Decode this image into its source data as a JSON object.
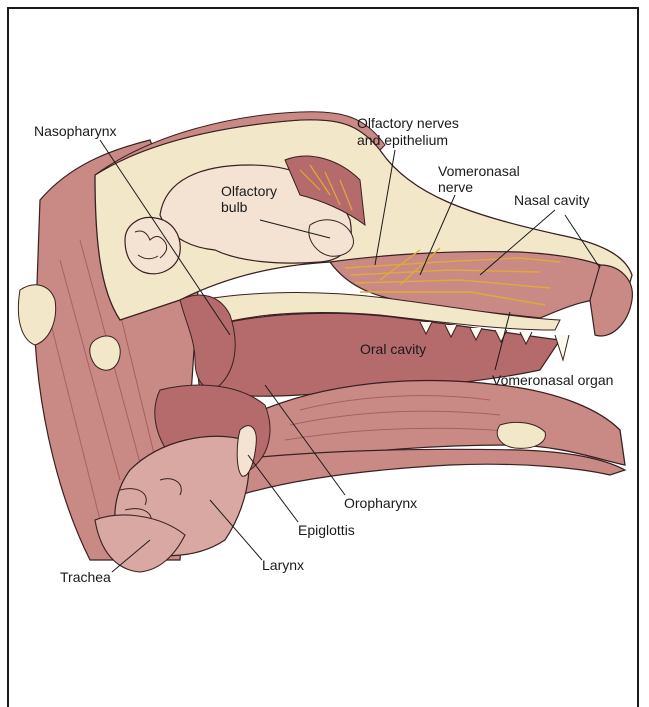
{
  "labels": {
    "nasopharynx": "Nasopharynx",
    "olfactory_nerves_l1": "Olfactory nerves",
    "olfactory_nerves_l2": "and epithelium",
    "olfactory_bulb_l1": "Olfactory",
    "olfactory_bulb_l2": "bulb",
    "vomeronasal_nerve_l1": "Vomeronasal",
    "vomeronasal_nerve_l2": "nerve",
    "nasal_cavity": "Nasal cavity",
    "oral_cavity": "Oral cavity",
    "vomeronasal_organ": "Vomeronasal organ",
    "oropharynx": "Oropharynx",
    "epiglottis": "Epiglottis",
    "larynx": "Larynx",
    "trachea": "Trachea"
  },
  "colors": {
    "muscle": "#c98a86",
    "muscle_dark": "#a85f5d",
    "cavity": "#b56b6c",
    "bone": "#f2e7c9",
    "brain": "#f4e3d3",
    "nerve": "#e0a93a",
    "outline": "#3a2020",
    "frame": "#1a1a1a"
  }
}
